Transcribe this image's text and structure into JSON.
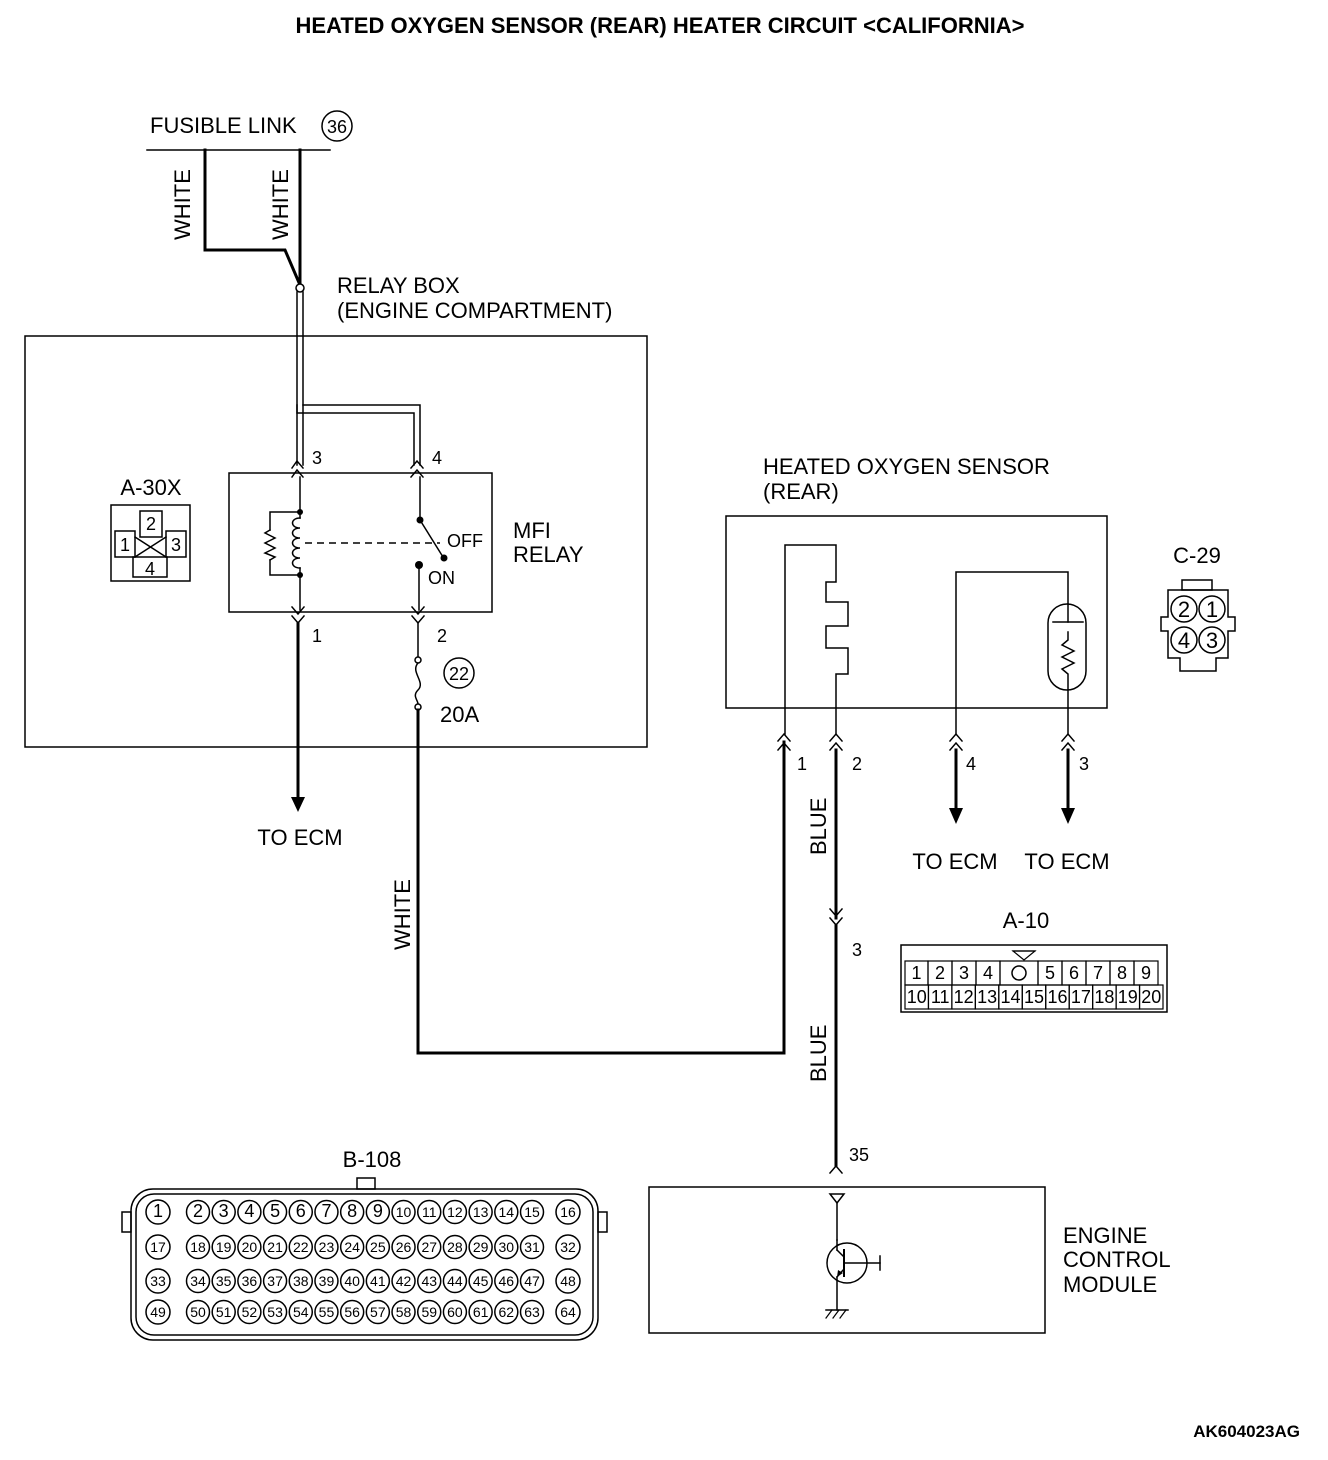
{
  "title": "HEATED OXYGEN SENSOR (REAR) HEATER CIRCUIT <CALIFORNIA>",
  "figure_id": "AK604023AG",
  "fusible_link": {
    "label": "FUSIBLE LINK",
    "number": "36"
  },
  "relay_box": {
    "line1": "RELAY BOX",
    "line2": "(ENGINE COMPARTMENT)"
  },
  "mfi_relay": {
    "line1": "MFI",
    "line2": "RELAY",
    "off": "OFF",
    "on": "ON",
    "pin3": "3",
    "pin4": "4",
    "pin1": "1",
    "pin2": "2"
  },
  "fuse": {
    "number": "22",
    "rating": "20A"
  },
  "a30x": {
    "label": "A-30X",
    "pins": [
      "1",
      "2",
      "3",
      "4"
    ]
  },
  "wires": {
    "white": "WHITE",
    "blue": "BLUE"
  },
  "to_ecm": "TO ECM",
  "sensor": {
    "line1": "HEATED OXYGEN SENSOR",
    "line2": "(REAR)",
    "pin1": "1",
    "pin2": "2",
    "pin4": "4",
    "pin3": "3"
  },
  "c29": {
    "label": "C-29",
    "pins": [
      "2",
      "1",
      "4",
      "3"
    ]
  },
  "a10": {
    "label": "A-10",
    "junction_pin": "3",
    "row1": [
      "1",
      "2",
      "3",
      "4",
      "O",
      "5",
      "6",
      "7",
      "8",
      "9"
    ],
    "row2": [
      "10",
      "11",
      "12",
      "13",
      "14",
      "15",
      "16",
      "17",
      "18",
      "19",
      "20"
    ]
  },
  "b108": {
    "label": "B-108",
    "rows": [
      [
        "1",
        "2",
        "3",
        "4",
        "5",
        "6",
        "7",
        "8",
        "9",
        "10",
        "11",
        "12",
        "13",
        "14",
        "15",
        "16"
      ],
      [
        "17",
        "18",
        "19",
        "20",
        "21",
        "22",
        "23",
        "24",
        "25",
        "26",
        "27",
        "28",
        "29",
        "30",
        "31",
        "32"
      ],
      [
        "33",
        "34",
        "35",
        "36",
        "37",
        "38",
        "39",
        "40",
        "41",
        "42",
        "43",
        "44",
        "45",
        "46",
        "47",
        "48"
      ],
      [
        "49",
        "50",
        "51",
        "52",
        "53",
        "54",
        "55",
        "56",
        "57",
        "58",
        "59",
        "60",
        "61",
        "62",
        "63",
        "64"
      ]
    ]
  },
  "ecm": {
    "line1": "ENGINE",
    "line2": "CONTROL",
    "line3": "MODULE",
    "pin": "35"
  }
}
